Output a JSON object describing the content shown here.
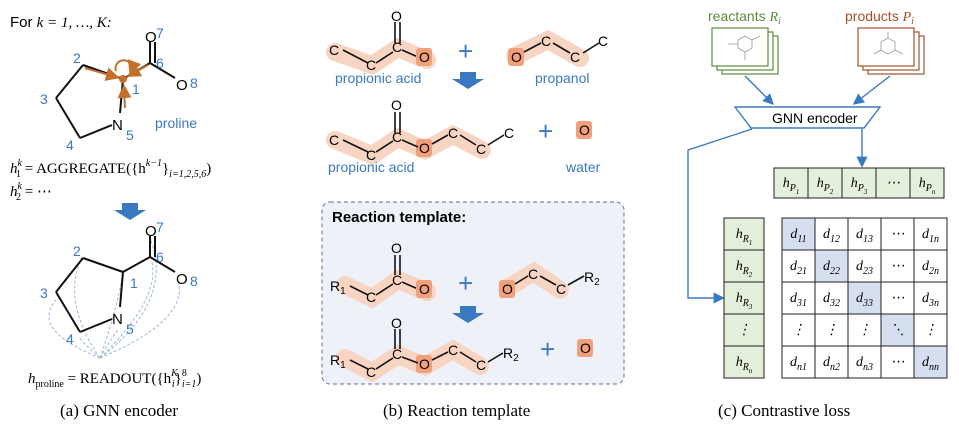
{
  "panel_a": {
    "header_prefix": "For ",
    "header_math": "k = 1, …, K:",
    "atom_numbers": [
      "2",
      "3",
      "4",
      "5",
      "1",
      "6",
      "7",
      "8"
    ],
    "atoms": {
      "nitrogen": "N",
      "oxygen": "O"
    },
    "molecule_label": "proline",
    "eq1_lhs_base": "h",
    "eq1_lhs_sup": "k",
    "eq1_lhs_sub": "1",
    "eq1_rhs": " = AGGREGATE({h",
    "eq1_rhs_sup": "k−1",
    "eq1_rhs_close": "}",
    "eq1_rhs_sub": "i=1,2,5,6",
    "eq1_rhs_end": ")",
    "eq2_lhs_base": "h",
    "eq2_lhs_sup": "k",
    "eq2_lhs_sub": "2",
    "eq2_rhs": " = ⋯",
    "eq3_lhs_base": "h",
    "eq3_lhs_sub": "proline",
    "eq3_rhs": " = READOUT({h",
    "eq3_rhs_sup": "K",
    "eq3_rhs_sub": "i",
    "eq3_rhs_close": "}",
    "eq3_rhs_sup2": "8",
    "eq3_rhs_sub2": "i=1",
    "eq3_rhs_end": ")",
    "caption": "(a) GNN encoder"
  },
  "panel_b": {
    "carbon": "C",
    "oxygen": "O",
    "r1": "R",
    "r1_sub": "1",
    "r2": "R",
    "r2_sub": "2",
    "plus": "+",
    "label_propionic_acid": "propionic acid",
    "label_propanol": "propanol",
    "label_propionic_acid_2": "propionic acid",
    "label_water": "water",
    "template_title": "Reaction template:",
    "caption": "(b) Reaction template"
  },
  "panel_c": {
    "reactants_label": "reactants ",
    "reactants_var": "R",
    "reactants_sub": "i",
    "products_label": "products ",
    "products_var": "P",
    "products_sub": "i",
    "encoder_label": "GNN encoder",
    "product_headers": [
      {
        "base": "h",
        "sub": "P",
        "subsub": "1"
      },
      {
        "base": "h",
        "sub": "P",
        "subsub": "2"
      },
      {
        "base": "h",
        "sub": "P",
        "subsub": "3"
      },
      {
        "base": "⋯",
        "sub": "",
        "subsub": ""
      },
      {
        "base": "h",
        "sub": "P",
        "subsub": "n"
      }
    ],
    "reactant_headers": [
      {
        "base": "h",
        "sub": "R",
        "subsub": "1"
      },
      {
        "base": "h",
        "sub": "R",
        "subsub": "2"
      },
      {
        "base": "h",
        "sub": "R",
        "subsub": "3"
      },
      {
        "base": "⋮",
        "sub": "",
        "subsub": ""
      },
      {
        "base": "h",
        "sub": "R",
        "subsub": "n"
      }
    ],
    "matrix": [
      [
        {
          "b": "d",
          "s": "11"
        },
        {
          "b": "d",
          "s": "12"
        },
        {
          "b": "d",
          "s": "13"
        },
        {
          "b": "⋯",
          "s": ""
        },
        {
          "b": "d",
          "s": "1n"
        }
      ],
      [
        {
          "b": "d",
          "s": "21"
        },
        {
          "b": "d",
          "s": "22"
        },
        {
          "b": "d",
          "s": "23"
        },
        {
          "b": "⋯",
          "s": ""
        },
        {
          "b": "d",
          "s": "2n"
        }
      ],
      [
        {
          "b": "d",
          "s": "31"
        },
        {
          "b": "d",
          "s": "32"
        },
        {
          "b": "d",
          "s": "33"
        },
        {
          "b": "⋯",
          "s": ""
        },
        {
          "b": "d",
          "s": "3n"
        }
      ],
      [
        {
          "b": "⋮",
          "s": ""
        },
        {
          "b": "⋮",
          "s": ""
        },
        {
          "b": "⋮",
          "s": ""
        },
        {
          "b": "⋱",
          "s": ""
        },
        {
          "b": "⋮",
          "s": ""
        }
      ],
      [
        {
          "b": "d",
          "s": "n1"
        },
        {
          "b": "d",
          "s": "n2"
        },
        {
          "b": "d",
          "s": "n3"
        },
        {
          "b": "⋯",
          "s": ""
        },
        {
          "b": "d",
          "s": "nn"
        }
      ]
    ],
    "caption": "(c) Contrastive loss"
  },
  "colors": {
    "blue_label": "#3b78c2",
    "orange_arrow": "#c4702a",
    "highlight": "#f7d5c2",
    "o_box": "#f0a07a",
    "green_frame": "#5a8c3c",
    "brown_frame": "#a0522d",
    "diag_fill": "#d6dff0",
    "teal_cells": "#e4efdc",
    "template_bg": "#eef1f7"
  }
}
